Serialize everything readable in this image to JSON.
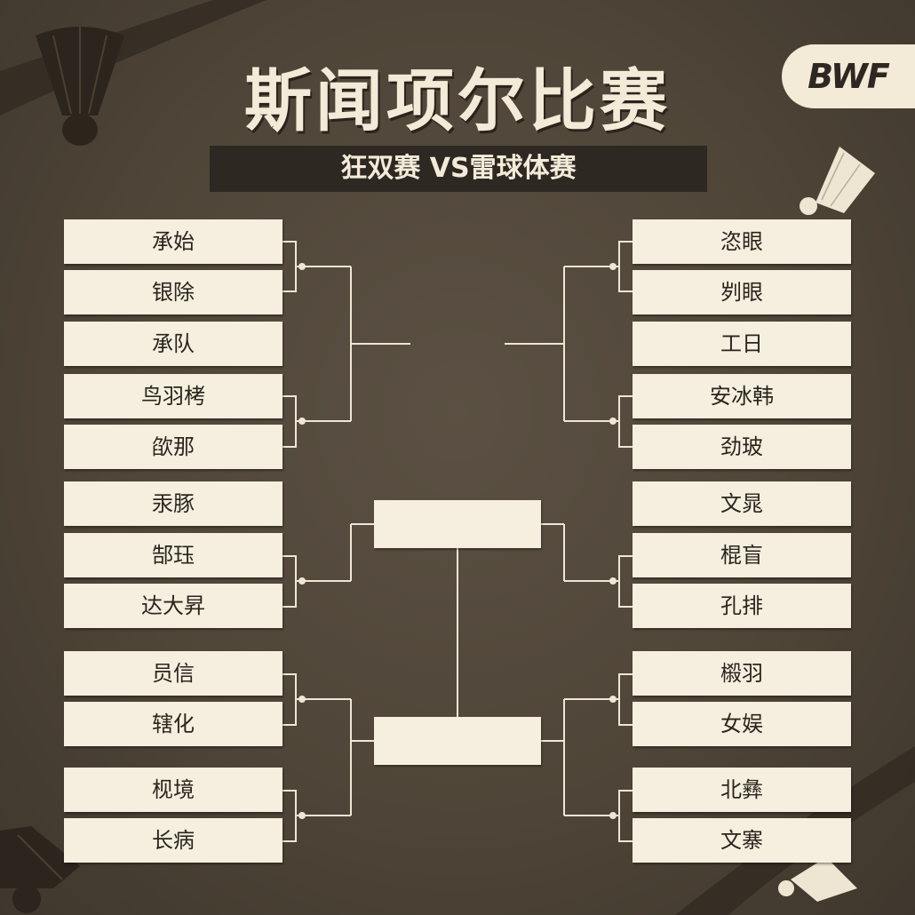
{
  "title": "斯闻项尔比赛",
  "subtitle": "狂双赛 VS雷球体赛",
  "logo_text": "BWF",
  "left_players": [
    "承始",
    "银除",
    "承队",
    "鸟羽栲",
    "欿那",
    "汞豚",
    "郜珏",
    "达大昇",
    "员信",
    "辖化",
    "枧境",
    "长病"
  ],
  "right_players": [
    "恣眼",
    "刿眼",
    "工日",
    "安冰韩",
    "劲玻",
    "文晁",
    "棍盲",
    "孔排",
    "榝羽",
    "女娱",
    "北彝",
    "文寨"
  ],
  "colors": {
    "background": "#4f4538",
    "box": "#f6efdf",
    "text_light": "#f3ead8",
    "text_dark": "#2a241d",
    "banner": "#2e2822"
  }
}
